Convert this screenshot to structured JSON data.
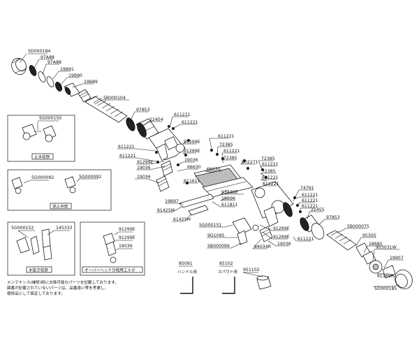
{
  "parts": {
    "p_5d000184": "5D000184",
    "p_97a88_a": "97A88",
    "p_97a88_b": "97A88",
    "p_19b91": "19B91",
    "p_19b90": "19B90",
    "p_19b89": "19B89",
    "p_5b000104": "5B000104",
    "p_97853_l": "97853",
    "p_22454": "22454",
    "p_611221_a": "611221",
    "p_611221_b": "611221",
    "p_611221_c": "611221",
    "p_611221_d": "611221",
    "p_91299e_a": "91299E",
    "p_91299e_b": "91299E",
    "p_91299e_c": "91299E",
    "p_19036_a": "19036",
    "p_19036_b": "19036",
    "p_19036_c": "19036",
    "p_611221_e": "611221",
    "p_72385_a": "72385",
    "p_611221_f": "611221",
    "p_72385_b": "72385",
    "p_66630": "66630",
    "p_902271": "902271",
    "p_72385_c": "72385",
    "p_611221_g": "611221",
    "p_72385_d": "72385",
    "p_611221_h": "611221",
    "p_611611_a": "611611",
    "p_93a88e": "93A88E",
    "p_19b96": "19B96",
    "p_611811": "611811",
    "p_19b97": "19B97",
    "p_61425m_a": "61425M",
    "p_61425m_b": "61425M",
    "p_5g000151": "5G000151",
    "p_9g1095": "9G1095",
    "p_5b000099": "5B000099",
    "p_94034r": "94034R",
    "p_91299e_d": "91299E",
    "p_91299e_e": "91299E",
    "p_19036_d": "19036",
    "p_74791": "74791",
    "p_611221_i": "611221",
    "p_611221_j": "611221",
    "p_611221_k": "611221",
    "p_22455": "22455",
    "p_97853_r": "97853",
    "p_5b000075": "5B000075",
    "p_95305": "95305",
    "p_18685": "18685",
    "p_953031w": "953031W",
    "p_19907": "19907",
    "p_61369r": "61369R",
    "p_5d000185": "5D000185",
    "p_611221_l": "611221",
    "p_5g000150": "5G000150",
    "p_5g000092_a": "5G000092",
    "p_5g000092_b": "5G000092",
    "p_5g000152": "5G000152",
    "p_145333": "145333",
    "p_91299e_f": "91299E",
    "p_91299e_g": "91299E",
    "p_19036_e": "19036",
    "p_85091": "85091",
    "p_85102": "85102",
    "p_951102": "951102"
  },
  "captions": {
    "upper_valve": "止水栓部",
    "spout_valve": "逆止弁部",
    "drain_plug": "水抜き栓部",
    "overhead_elbow": "オーバーヘッド分岐用エルボ",
    "handle_tool": "ハンドル用",
    "spout_tool": "スパウト用"
  },
  "note": {
    "line1": "メンテナンス(補修)時に交換可能なパーツを記載しております。",
    "line2": "図番が記載されていないパーツは、品番違い等を考慮し、",
    "line3": "樹修品として設定しております。"
  }
}
